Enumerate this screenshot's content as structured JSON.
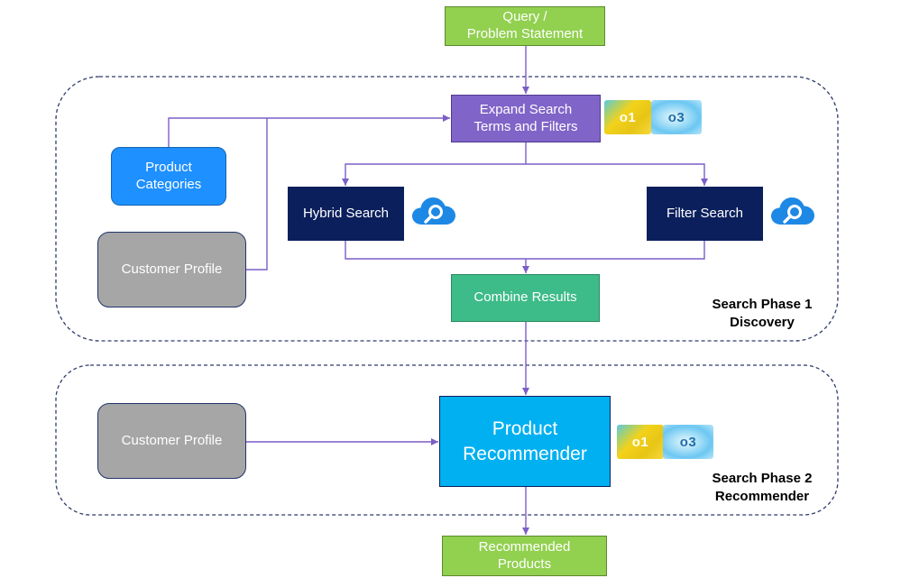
{
  "nodes": {
    "query": "Query /\nProblem Statement",
    "expand": "Expand Search\nTerms and Filters",
    "product_categories": "Product\nCategories",
    "customer_profile_1": "Customer Profile",
    "hybrid_search": "Hybrid Search",
    "filter_search": "Filter Search",
    "combine_results": "Combine Results",
    "customer_profile_2": "Customer Profile",
    "product_recommender": "Product\nRecommender",
    "recommended_products": "Recommended\nProducts"
  },
  "phases": {
    "phase1": "Search Phase 1\nDiscovery",
    "phase2": "Search Phase 2\nRecommender"
  },
  "badges": {
    "model_a": "o1",
    "model_b": "o3"
  },
  "icons": {
    "search_service": "cloud-search-icon"
  },
  "colors": {
    "connector": "#7b5fc7",
    "query_green": "#92d050",
    "expand_purple": "#8064c8",
    "category_blue": "#1e90ff",
    "profile_gray": "#a6a6a6",
    "search_navy": "#0b1f5c",
    "combine_green": "#3dbb88",
    "recommender_cyan": "#00b0f0",
    "cloud_blue": "#1e88e5"
  }
}
